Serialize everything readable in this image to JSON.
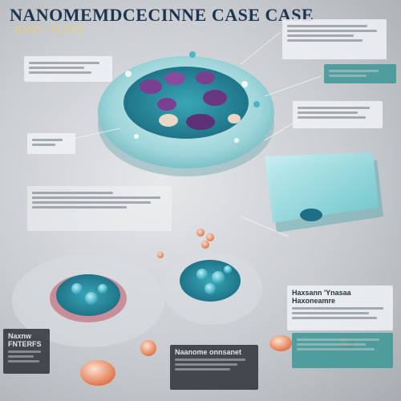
{
  "header": {
    "title": "NANOMEMDCECINNE CASE CASE",
    "subtitle": "SINY TUDY"
  },
  "panels": {
    "bottom_left": {
      "title": "Naxnw FNTERFS"
    },
    "bottom_center": {
      "title": "Naanome onnsanet"
    },
    "right_mid": {
      "title": "Haxsann 'Ynasaa Haxoneamre"
    }
  },
  "colors": {
    "background": "#c9ccd0",
    "title": "#1e3550",
    "subtitle": "#e9cf7a",
    "teal": "#5fc4c8",
    "purple": "#7a3f8f",
    "orange": "#e8895a"
  }
}
